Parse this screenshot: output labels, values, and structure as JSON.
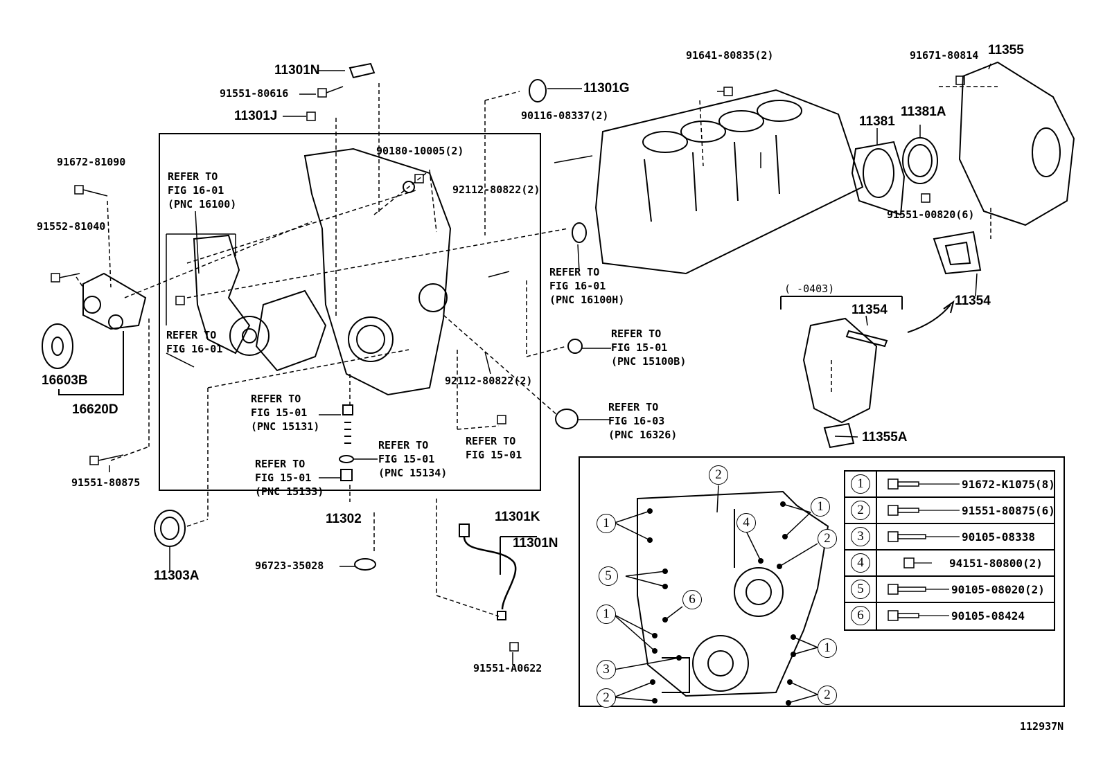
{
  "diagram_code": "112937N",
  "date_range": "(      -0403)",
  "parts": {
    "p11301N_top": "11301N",
    "p91551_80616": "91551-80616",
    "p11301J": "11301J",
    "p11301G": "11301G",
    "p91641_80835": "91641-80835(2)",
    "p91671_80814": "91671-80814",
    "p11355": "11355",
    "p90116_08337": "90116-08337(2)",
    "p11381A": "11381A",
    "p11381": "11381",
    "p90180_10005": "90180-10005(2)",
    "p91672_81090": "91672-81090",
    "p91551_00820": "91551-00820(6)",
    "p91552_81040": "91552-81040",
    "p92112_80822_a": "92112-80822(2)",
    "p92112_80822_b": "92112-80822(2)",
    "p11354_right": "11354",
    "p11354_inset": "11354",
    "p16603B": "16603B",
    "p16620D": "16620D",
    "p11355A": "11355A",
    "p91551_80875": "91551-80875",
    "p11302": "11302",
    "p11301K": "11301K",
    "p11301N_low": "11301N",
    "p11303A": "11303A",
    "p96723_35028": "96723-35028",
    "p91551_A0622": "91551-A0622"
  },
  "refs": {
    "r1": [
      "REFER TO",
      "FIG 16-01",
      "(PNC 16100)"
    ],
    "r2": [
      "REFER TO",
      "FIG 16-01"
    ],
    "r3": [
      "REFER TO",
      "FIG 16-01",
      "(PNC 16100H)"
    ],
    "r4": [
      "REFER TO",
      "FIG 15-01",
      "(PNC 15100B)"
    ],
    "r5": [
      "REFER TO",
      "FIG 15-01",
      "(PNC 15131)"
    ],
    "r6": [
      "REFER TO",
      "FIG 15-01",
      "(PNC 15134)"
    ],
    "r7": [
      "REFER TO",
      "FIG 15-01",
      "(PNC 15133)"
    ],
    "r8": [
      "REFER TO",
      "FIG 15-01"
    ],
    "r9": [
      "REFER TO",
      "FIG 16-03",
      "(PNC 16326)"
    ]
  },
  "bolt_legend": [
    {
      "num": "1",
      "code": "91672-K1075(8)"
    },
    {
      "num": "2",
      "code": "91551-80875(6)"
    },
    {
      "num": "3",
      "code": "90105-08338"
    },
    {
      "num": "4",
      "code": "94151-80800(2)"
    },
    {
      "num": "5",
      "code": "90105-08020(2)"
    },
    {
      "num": "6",
      "code": "90105-08424"
    }
  ],
  "inset_callouts": [
    "2",
    "1",
    "1",
    "4",
    "2",
    "5",
    "6",
    "1",
    "1",
    "3",
    "2",
    "2"
  ]
}
